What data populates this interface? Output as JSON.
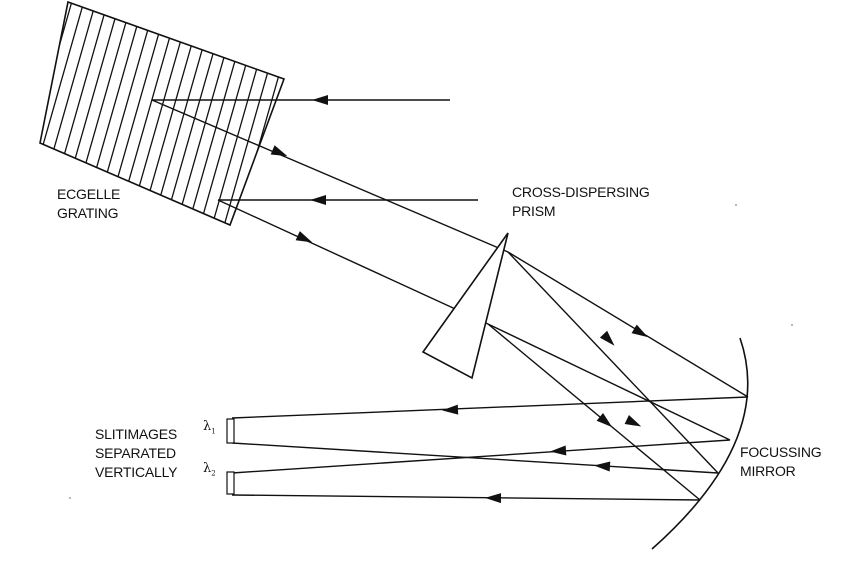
{
  "labels": {
    "grating_line1": "ECGELLE",
    "grating_line2": "GRATING",
    "prism_line1": "CROSS-DISPERSING",
    "prism_line2": "PRISM",
    "mirror_line1": "FOCUSSING",
    "mirror_line2": "MIRROR",
    "slit_line1": "SLITIMAGES",
    "slit_line2": "SEPARATED",
    "slit_line3": "VERTICALLY",
    "lambda1": "λ",
    "lambda1_sub": "1",
    "lambda2": "λ",
    "lambda2_sub": "2"
  },
  "colors": {
    "ink": "#111111",
    "background": "#ffffff"
  }
}
